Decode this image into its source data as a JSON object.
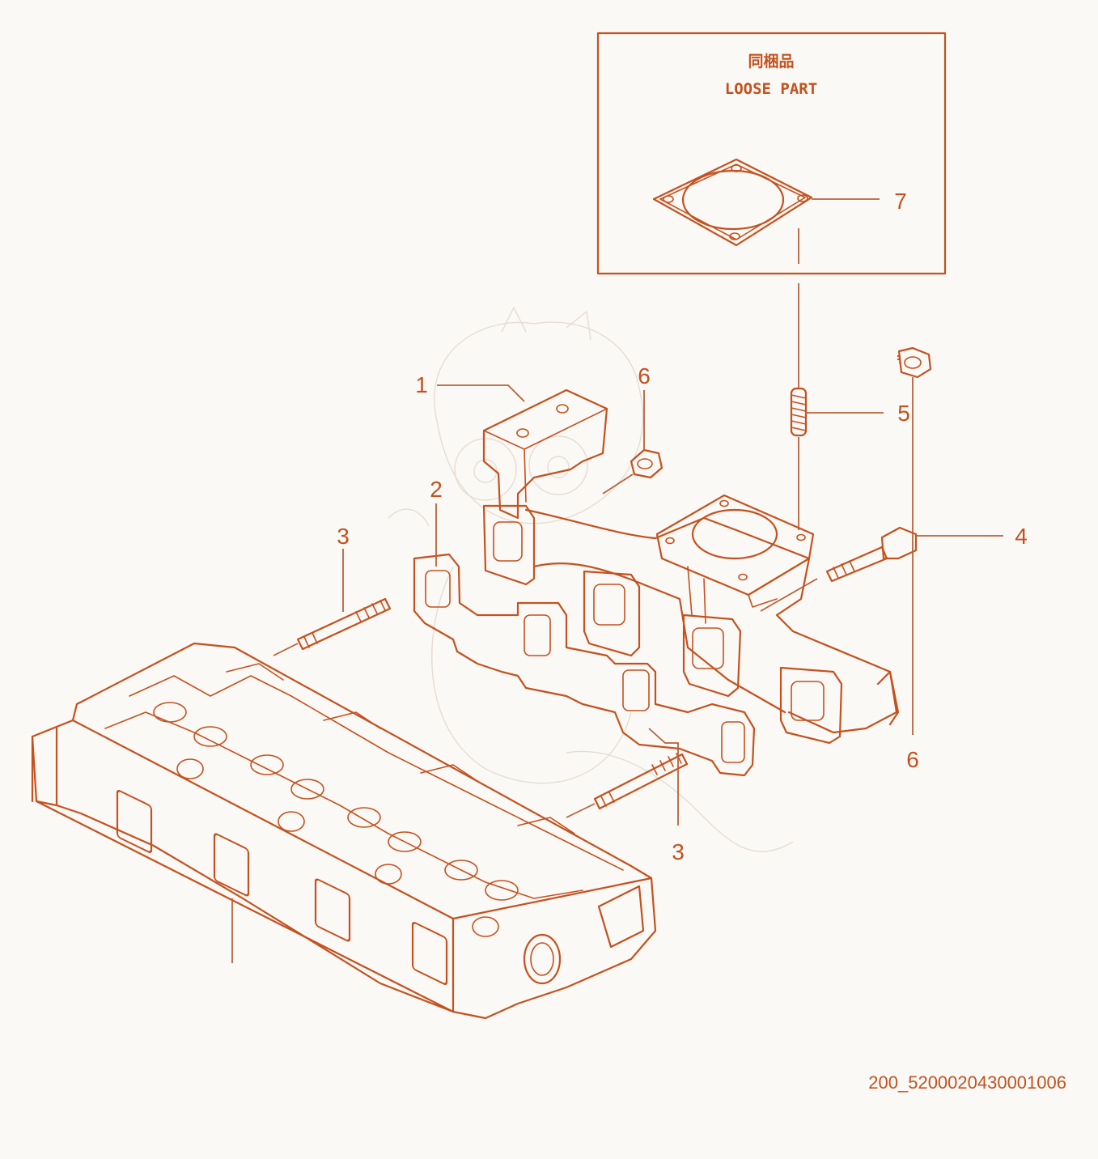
{
  "loose_part_box": {
    "title_cn": "同梱品",
    "title_en": "LOOSE PART"
  },
  "callouts": {
    "c1": "1",
    "c2": "2",
    "c3a": "3",
    "c3b": "3",
    "c4": "4",
    "c5": "5",
    "c6a": "6",
    "c6b": "6",
    "c7": "7"
  },
  "document_id": "200_5200020430001006",
  "colors": {
    "line": "#c4511f",
    "background": "#fbf9f5",
    "watermark": "#e6dcd2"
  }
}
